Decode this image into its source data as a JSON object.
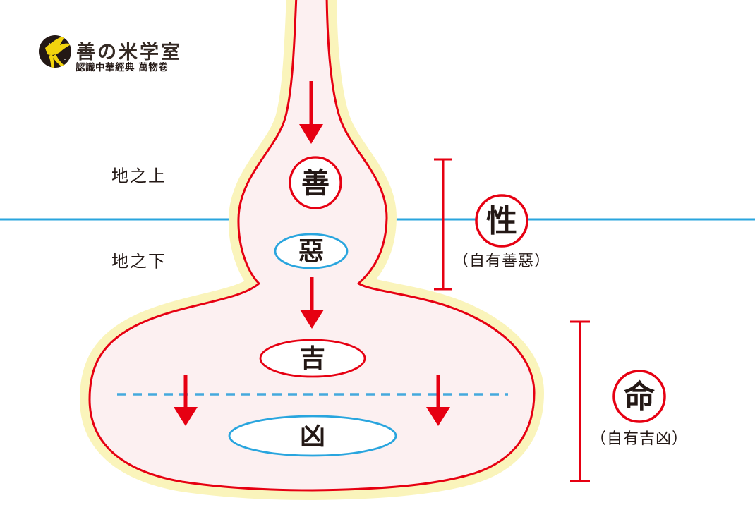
{
  "logo": {
    "title": "善の米学室",
    "subtitle": "認識中華經典 萬物卷",
    "icon": "bird-icon"
  },
  "regions": {
    "above_ground": "地之上",
    "below_ground": "地之下"
  },
  "funnel": {
    "nodes": [
      {
        "id": "good",
        "label": "善",
        "shape": "circle",
        "stroke": "red"
      },
      {
        "id": "evil",
        "label": "惡",
        "shape": "ellipse",
        "stroke": "blue"
      },
      {
        "id": "auspicious",
        "label": "吉",
        "shape": "ellipse",
        "stroke": "red"
      },
      {
        "id": "inauspicious",
        "label": "凶",
        "shape": "ellipse",
        "stroke": "blue"
      }
    ],
    "arrows": [
      "down",
      "down",
      "down",
      "down"
    ]
  },
  "annotations": [
    {
      "id": "nature",
      "label": "性",
      "caption": "（自有善惡）"
    },
    {
      "id": "fate",
      "label": "命",
      "caption": "（自有吉凶）"
    }
  ],
  "colors": {
    "red": "#e60012",
    "blue": "#29a5de",
    "blue-dash": "#45a9dd",
    "yellow": "#faf4bb",
    "pink": "#fcf0f1",
    "ink": "#231815",
    "logo-yellow": "#f2d40e"
  }
}
